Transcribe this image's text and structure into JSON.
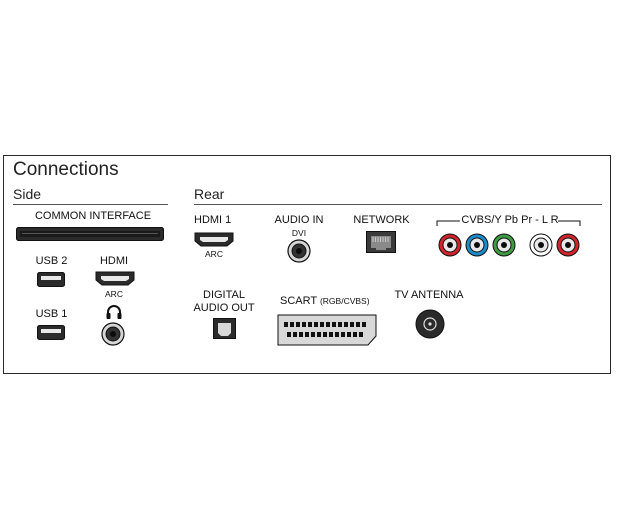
{
  "title": "Connections",
  "sections": {
    "side": "Side",
    "rear": "Rear"
  },
  "side": {
    "common_interface": "COMMON INTERFACE",
    "usb2": "USB 2",
    "usb1": "USB 1",
    "hdmi": "HDMI",
    "hdmi_sub": "ARC"
  },
  "rear": {
    "hdmi1": "HDMI 1",
    "hdmi1_sub": "ARC",
    "audio_in": "AUDIO IN",
    "audio_in_sub": "DVI",
    "network": "NETWORK",
    "cvbs": "CVBS/Y Pb Pr - L R",
    "digital_audio_out_1": "DIGITAL",
    "digital_audio_out_2": "AUDIO OUT",
    "scart": "SCART",
    "scart_sub": "(RGB/CVBS)",
    "tv_antenna": "TV ANTENNA"
  },
  "colors": {
    "rca_red": "#d0242c",
    "rca_blue": "#1d8ac9",
    "rca_green": "#3e9b44",
    "rca_white": "#ffffff",
    "port_dark": "#2b2b2b"
  },
  "icons": {
    "headphone": "headphone-icon"
  }
}
